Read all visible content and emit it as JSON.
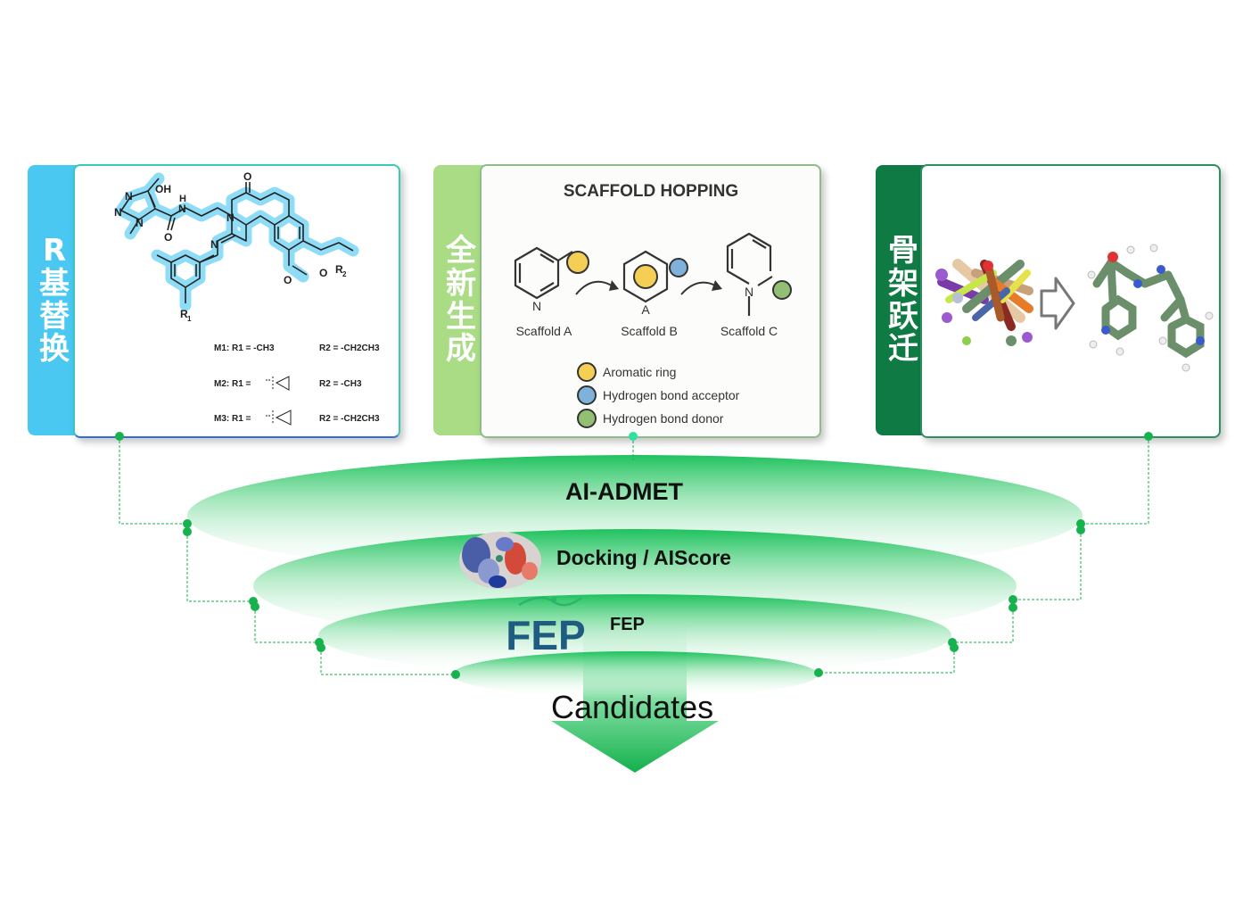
{
  "panels": {
    "left": {
      "tab_chars": [
        "R",
        "基",
        "替",
        "换"
      ],
      "atoms": {
        "oh": "OH",
        "n": "N",
        "o": "O",
        "h": "H",
        "r1": "R",
        "r1_sub": "1",
        "r2": "R",
        "r2_sub": "2"
      },
      "table": {
        "m1_r1": "M1: R1 = -CH3",
        "m1_r2": "R2 = -CH2CH3",
        "m2_r1": "M2: R1 =",
        "m2_r2": "R2 = -CH3",
        "m3_r1": "M3: R1 =",
        "m3_r2": "R2 = -CH2CH3"
      }
    },
    "middle": {
      "tab_chars": [
        "全",
        "新",
        "生",
        "成"
      ],
      "title": "SCAFFOLD HOPPING",
      "scaffolds": [
        "Scaffold A",
        "Scaffold B",
        "Scaffold C"
      ],
      "ring_atoms": {
        "a_n": "N",
        "b_a": "A",
        "c_n": "N"
      },
      "legend": [
        {
          "label": "Aromatic ring",
          "color": "#f5cf55"
        },
        {
          "label": "Hydrogen bond acceptor",
          "color": "#7fb1db"
        },
        {
          "label": "Hydrogen bond donor",
          "color": "#93bf74"
        }
      ]
    },
    "right": {
      "tab_chars": [
        "骨",
        "架",
        "跃",
        "迁"
      ]
    }
  },
  "funnel": {
    "layers": [
      "AI-ADMET",
      "Docking / AIScore",
      "FEP"
    ],
    "fep_logo": "FEP",
    "output": "Candidates"
  },
  "colors": {
    "left_accent": "#4ac8f2",
    "middle_accent": "#a9dc85",
    "right_accent": "#0f7a44",
    "funnel_green": "#1ec25e",
    "connector_green": "#16b24d"
  }
}
